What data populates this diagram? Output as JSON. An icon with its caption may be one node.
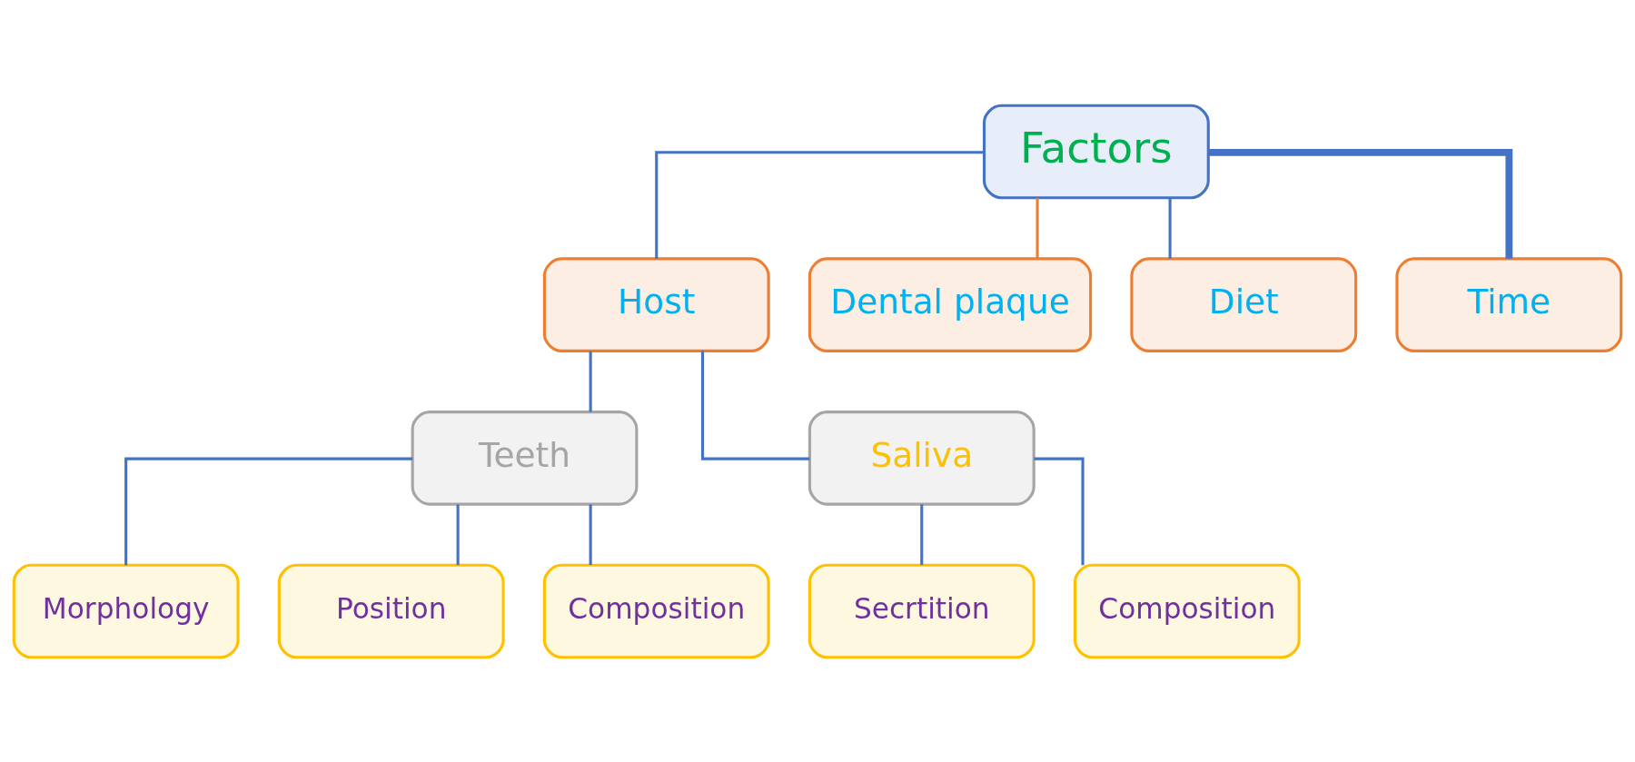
{
  "diagram": {
    "nodes": [
      {
        "text": [
          "Factors"
        ]
      },
      {
        "text": [
          "Host"
        ]
      },
      {
        "text": [
          "Dental plaque"
        ]
      },
      {
        "text": [
          "Diet"
        ]
      },
      {
        "text": [
          "Time"
        ]
      },
      {
        "text": [
          "Teeth"
        ]
      },
      {
        "text": [
          "Saliva"
        ]
      },
      {
        "text": [
          "Morphology"
        ]
      },
      {
        "text": [
          "Position"
        ]
      },
      {
        "text": [
          "Composition"
        ]
      },
      {
        "text": [
          "Secrtition"
        ]
      },
      {
        "text": [
          "Composition"
        ]
      }
    ],
    "edges": [
      {
        "from": 0,
        "to": 1,
        "arrow": "none"
      },
      {
        "from": 0,
        "to": 2,
        "arrow": "none",
        "color": "#ed7d31"
      },
      {
        "from": 0,
        "to": 3,
        "arrow": "none"
      },
      {
        "from": 0,
        "to": 4,
        "arrow": "none",
        "style": "thick"
      },
      {
        "from": 1,
        "to": 5,
        "arrow": "none"
      },
      {
        "from": 1,
        "to": 6,
        "arrow": "none"
      },
      {
        "from": 5,
        "to": 7,
        "arrow": "none"
      },
      {
        "from": 5,
        "to": 8,
        "arrow": "none"
      },
      {
        "from": 5,
        "to": 9,
        "arrow": "none"
      },
      {
        "from": 6,
        "to": 10,
        "arrow": "none"
      },
      {
        "from": 6,
        "to": 11,
        "arrow": "none"
      }
    ]
  }
}
